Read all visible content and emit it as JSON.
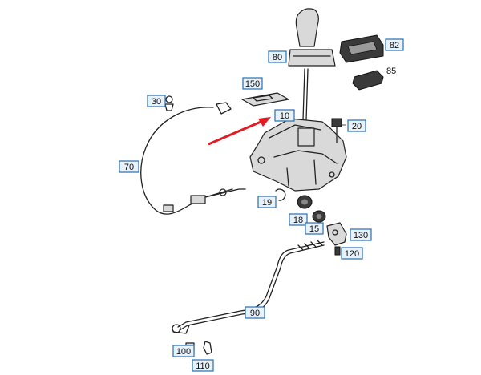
{
  "accent_colors": {
    "callout_border": "#2a6fb0",
    "callout_fill": "#e8f2fb",
    "highlight": "#e11b22"
  },
  "callouts": [
    {
      "id": "80",
      "label": "80"
    },
    {
      "id": "82",
      "label": "82"
    },
    {
      "id": "85",
      "label": "85"
    },
    {
      "id": "150",
      "label": "150"
    },
    {
      "id": "30",
      "label": "30"
    },
    {
      "id": "10",
      "label": "10",
      "highlighted": true
    },
    {
      "id": "20",
      "label": "20"
    },
    {
      "id": "70",
      "label": "70"
    },
    {
      "id": "19",
      "label": "19"
    },
    {
      "id": "18",
      "label": "18"
    },
    {
      "id": "15",
      "label": "15"
    },
    {
      "id": "130",
      "label": "130"
    },
    {
      "id": "120",
      "label": "120"
    },
    {
      "id": "90",
      "label": "90"
    },
    {
      "id": "100",
      "label": "100"
    },
    {
      "id": "110",
      "label": "110"
    }
  ]
}
